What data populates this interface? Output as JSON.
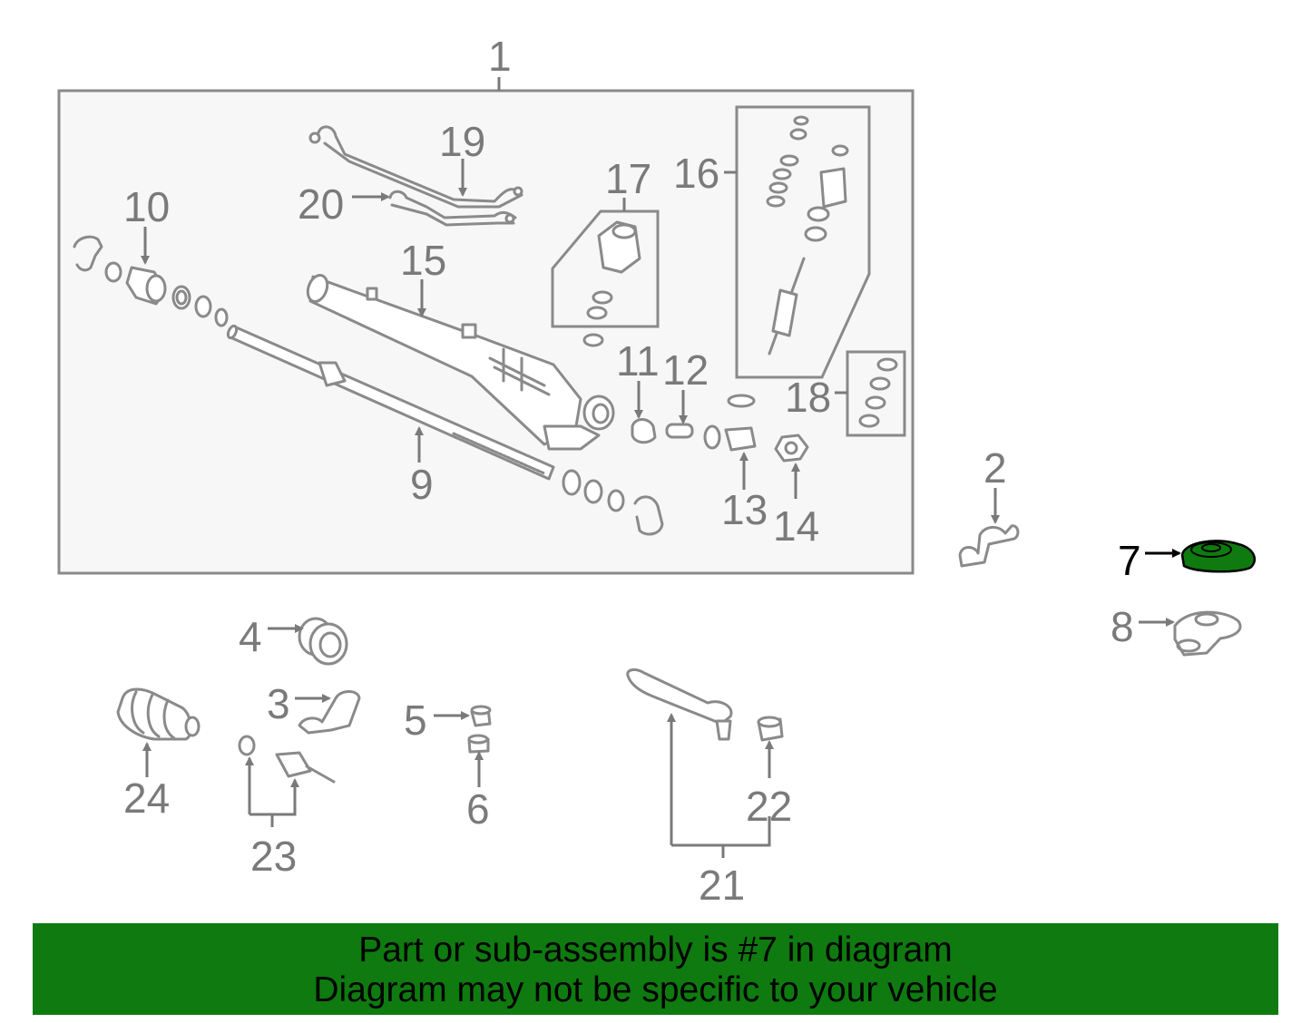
{
  "diagram": {
    "highlight_color": "#0f7a0f",
    "callouts": {
      "c1": "1",
      "c2": "2",
      "c3": "3",
      "c4": "4",
      "c5": "5",
      "c6": "6",
      "c7": "7",
      "c8": "8",
      "c9": "9",
      "c10": "10",
      "c11": "11",
      "c12": "12",
      "c13": "13",
      "c14": "14",
      "c15": "15",
      "c16": "16",
      "c17": "17",
      "c18": "18",
      "c19": "19",
      "c20": "20",
      "c21": "21",
      "c22": "22",
      "c23": "23",
      "c24": "24"
    },
    "highlighted_callout": "7"
  },
  "banner": {
    "background": "#0f7a0f",
    "line1": "Part or sub-assembly is #7 in diagram",
    "line2": "Diagram may not be specific to your vehicle"
  }
}
